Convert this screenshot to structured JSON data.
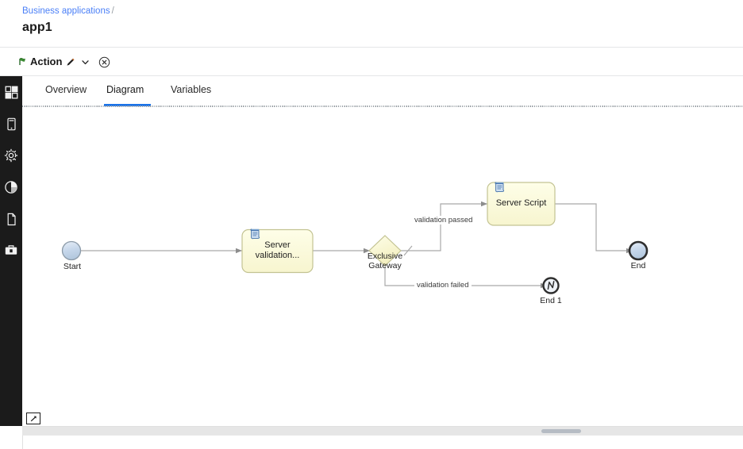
{
  "header": {
    "breadcrumb_link": "Business applications",
    "breadcrumb_separator": "/",
    "title": "app1"
  },
  "actionbar": {
    "flag_icon": "green-flag-icon",
    "label": "Action",
    "pencil_icon": "pencil-icon",
    "chevron_icon": "chevron-down-icon",
    "close_icon": "circle-close-icon"
  },
  "sidebar": {
    "items": [
      {
        "name": "dashboard",
        "icon": "grid-icon"
      },
      {
        "name": "mobile",
        "icon": "mobile-device-icon"
      },
      {
        "name": "settings",
        "icon": "gear-icon"
      },
      {
        "name": "analytics",
        "icon": "pie-chart-icon"
      },
      {
        "name": "documents",
        "icon": "file-icon"
      },
      {
        "name": "toolbox",
        "icon": "toolbox-icon"
      }
    ]
  },
  "tabs": [
    {
      "label": "Overview",
      "active": false
    },
    {
      "label": "Diagram",
      "active": true
    },
    {
      "label": "Variables",
      "active": false
    }
  ],
  "canvas": {
    "expand_icon": "expand-arrow-icon",
    "scrollbar": "horizontal-scrollbar"
  },
  "diagram": {
    "type": "bpmn-process",
    "nodes": [
      {
        "id": "start",
        "kind": "start-event",
        "label": "Start"
      },
      {
        "id": "task1",
        "kind": "script-task",
        "label": "Server\nvalidation...",
        "icon": "script-icon"
      },
      {
        "id": "gateway",
        "kind": "exclusive-gateway",
        "label": "Exclusive\nGateway"
      },
      {
        "id": "task2",
        "kind": "script-task",
        "label": "Server Script",
        "icon": "script-icon"
      },
      {
        "id": "end",
        "kind": "end-event",
        "label": "End"
      },
      {
        "id": "end1",
        "kind": "error-end-event",
        "label": "End 1"
      }
    ],
    "edges": [
      {
        "from": "start",
        "to": "task1",
        "label": ""
      },
      {
        "from": "task1",
        "to": "gateway",
        "label": ""
      },
      {
        "from": "gateway",
        "to": "task2",
        "label": "validation passed"
      },
      {
        "from": "gateway",
        "to": "end1",
        "label": "validation failed"
      },
      {
        "from": "task2",
        "to": "end",
        "label": ""
      }
    ],
    "colors": {
      "task_fill": "#fcfbdc",
      "task_border": "#c6c69c",
      "gateway_fill": "#fdfbd2",
      "event_fill": "#c9d8ea",
      "edge": "#a9a9a9",
      "accent": "#1a73e8"
    }
  }
}
